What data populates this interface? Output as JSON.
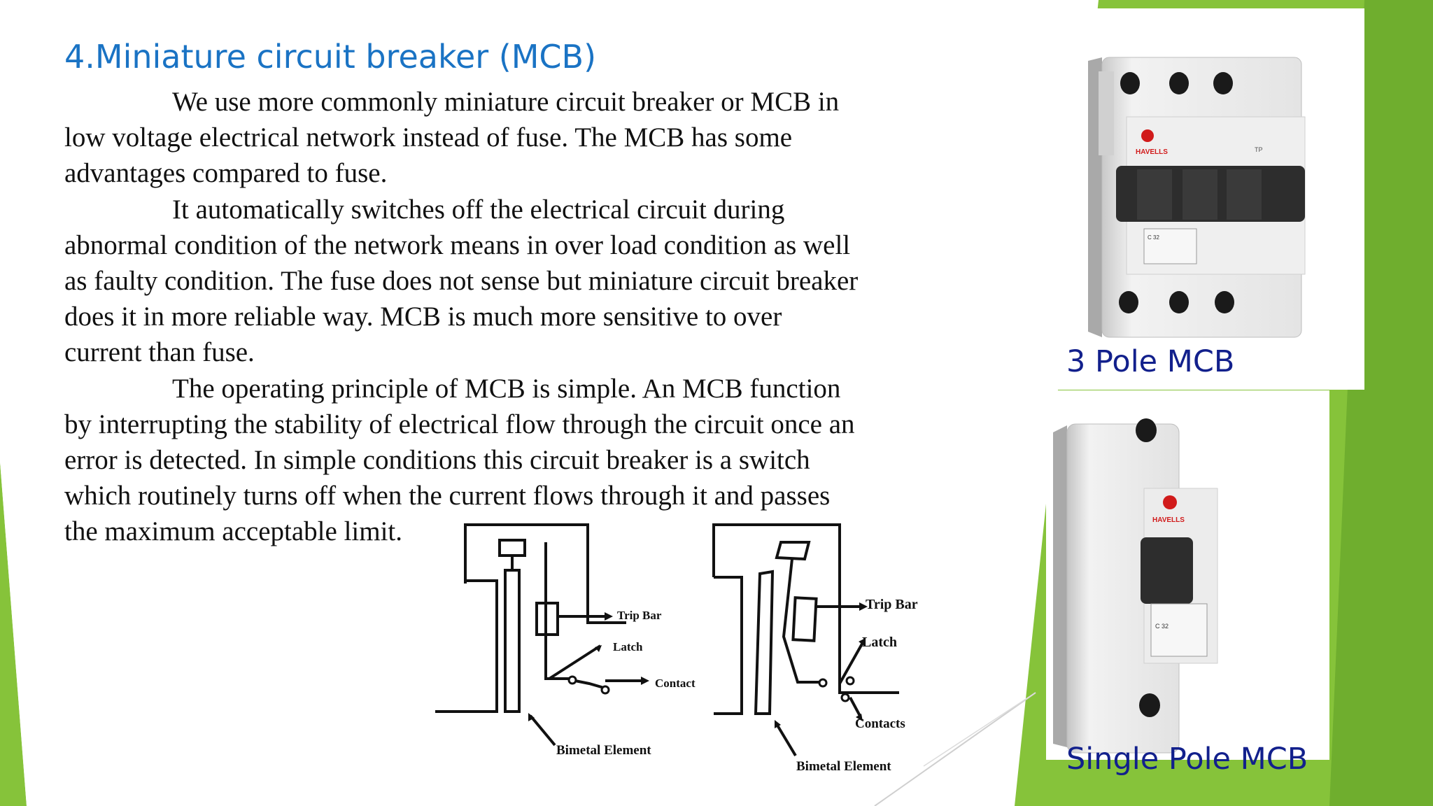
{
  "slide": {
    "title": "4.Miniature circuit breaker (MCB)",
    "paragraphs": [
      {
        "first_line": "We use more commonly miniature circuit breaker or MCB in",
        "rest": [
          "low voltage electrical network instead of fuse. The MCB has some",
          "advantages compared to fuse."
        ]
      },
      {
        "first_line": "It automatically switches off the electrical circuit during",
        "rest": [
          "abnormal condition of the network means in over load condition as well",
          "as faulty condition. The fuse does not sense but miniature circuit breaker",
          "does it in more reliable way. MCB is much more sensitive to over",
          "current than fuse."
        ]
      },
      {
        "first_line": "The operating principle of MCB is simple. An MCB function",
        "rest": [
          "by interrupting the stability of electrical flow through the circuit once an",
          "error is detected. In simple conditions this circuit breaker is a switch",
          "which routinely turns off when the current flows through it and passes",
          "the maximum acceptable limit."
        ]
      }
    ]
  },
  "diagram": {
    "left": {
      "trip_bar": "Trip Bar",
      "latch": "Latch",
      "contact": "Contact",
      "bimetal": "Bimetal Element"
    },
    "right": {
      "trip_bar": "Trip Bar",
      "latch": "Latch",
      "contacts": "Contacts",
      "bimetal": "Bimetal Element"
    }
  },
  "photos": {
    "three_pole": {
      "caption": "3 Pole MCB",
      "brand": "HAVELLS",
      "rating": "C 32",
      "tag": "TP"
    },
    "single_pole": {
      "caption": "Single Pole MCB",
      "brand": "HAVELLS",
      "rating": "C 32"
    }
  },
  "colors": {
    "title": "#1a73c4",
    "caption": "#12208c",
    "accent_green": "#7dbd2c",
    "brand_red": "#d11b1b"
  }
}
